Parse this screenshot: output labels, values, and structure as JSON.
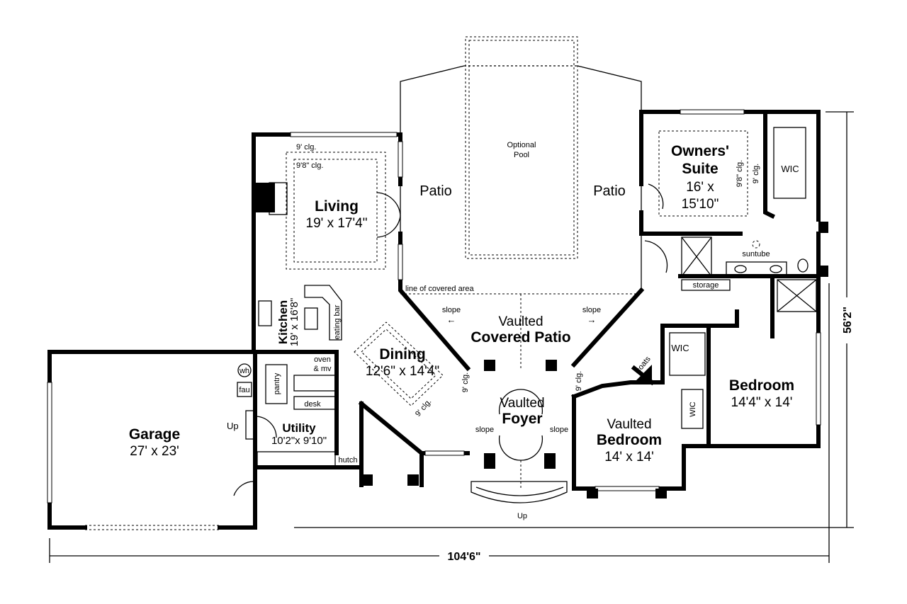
{
  "living": {
    "name": "Living",
    "size": "19' x 17'4\"",
    "ceiling_outer": "9' clg.",
    "ceiling_inner": "9'8\" clg."
  },
  "patio_left": "Patio",
  "patio_right": "Patio",
  "pool": {
    "line1": "Optional",
    "line2": "Pool"
  },
  "covered_line": "line of covered area",
  "covered_patio": {
    "line1": "Vaulted",
    "line2": "Covered Patio",
    "slope_left": "slope",
    "slope_right": "slope"
  },
  "kitchen": {
    "name": "Kitchen",
    "size": "19' x 16'8\"",
    "eating_bar": "eating bar",
    "oven1": "oven",
    "oven2": "& mv",
    "pantry": "pantry",
    "desk": "desk"
  },
  "dining": {
    "name": "Dining",
    "size": "12'6\" x 14'4\"",
    "ceiling": "9' clg."
  },
  "utility": {
    "name": "Utility",
    "size": "10'2\"x 9'10\"",
    "wh": "wh",
    "fau": "fau",
    "up": "Up",
    "hutch": "hutch"
  },
  "garage": {
    "name": "Garage",
    "size": "27' x 23'"
  },
  "foyer": {
    "line1": "Vaulted",
    "line2": "Foyer",
    "slope_left": "slope",
    "slope_right": "slope",
    "ceiling_left": "9' clg.",
    "ceiling_right": "9' clg.",
    "up": "Up"
  },
  "bedroom_vaulted": {
    "line1": "Vaulted",
    "line2": "Bedroom",
    "size": "14' x 14'",
    "wic": "WIC"
  },
  "bedroom": {
    "name": "Bedroom",
    "size": "14'4\" x 14'",
    "wic": "WIC",
    "coats": "coats"
  },
  "owners_suite": {
    "line1": "Owners'",
    "line2": "Suite",
    "size1": "16' x",
    "size2": "15'10\"",
    "ceiling_inner": "9'8\" clg.",
    "ceiling_outer": "9' clg.",
    "wic": "WIC",
    "suntube": "suntube",
    "storage": "storage"
  },
  "dimensions": {
    "width": "104'6\"",
    "depth": "56'2\""
  }
}
